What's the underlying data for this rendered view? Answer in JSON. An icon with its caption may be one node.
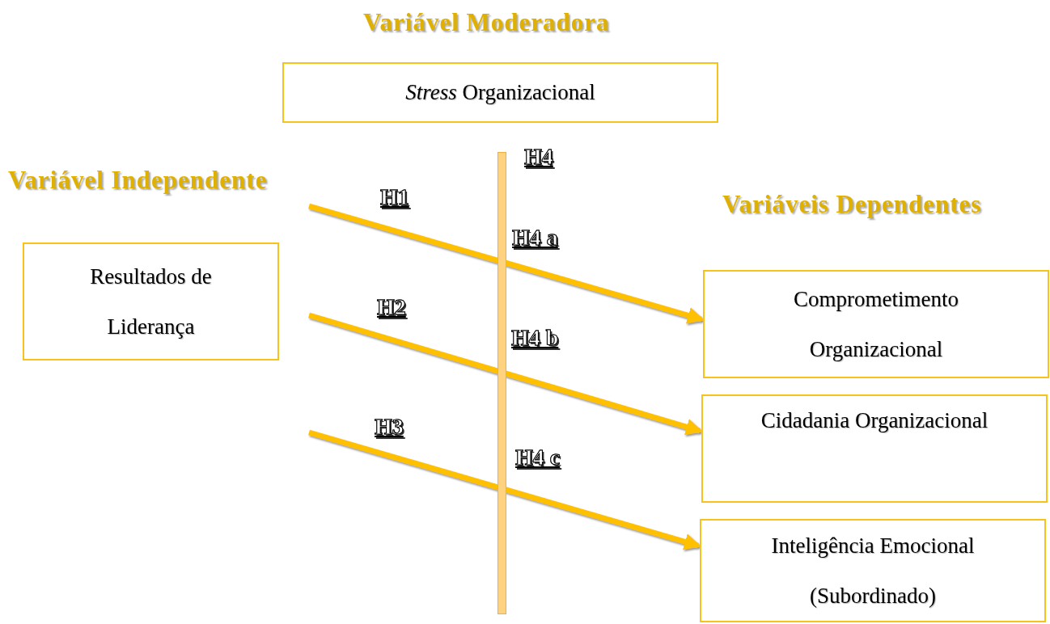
{
  "diagram": {
    "nodes": [
      {
        "text": [
          "*Stress* Organizacional"
        ]
      },
      {
        "text": [
          "Resultados de Liderança"
        ]
      },
      {
        "text": [
          "Comprometimento Organizacional"
        ]
      },
      {
        "text": [
          "Cidadania Organizacional"
        ]
      },
      {
        "text": [
          "Inteligência Emocional (Subordinado)"
        ]
      },
      {
        "text": [],
        "shape": "bar"
      }
    ],
    "edges": [
      {
        "from": null,
        "to": 2,
        "arrow": "to",
        "label": "H1"
      },
      {
        "from": null,
        "to": 3,
        "arrow": "to",
        "label": "H2"
      },
      {
        "from": null,
        "to": 4,
        "arrow": "to",
        "label": "H3"
      }
    ],
    "labels": [
      "Variável Moderadora",
      "H4",
      "Variável Independente",
      "H4 a",
      "Variáveis Dependentes",
      "H4 b",
      "H4 c"
    ]
  }
}
